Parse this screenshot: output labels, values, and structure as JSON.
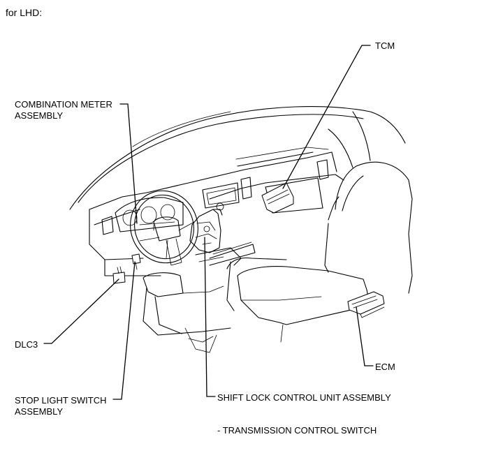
{
  "header": {
    "text": "for LHD:"
  },
  "labels": {
    "tcm": "TCM",
    "combination_meter_1": "COMBINATION METER",
    "combination_meter_2": "ASSEMBLY",
    "dlc3": "DLC3",
    "stop_light_1": "STOP LIGHT SWITCH",
    "stop_light_2": "ASSEMBLY",
    "shift_lock": "SHIFT LOCK CONTROL UNIT ASSEMBLY",
    "transmission_switch": "- TRANSMISSION CONTROL SWITCH",
    "ecm": "ECM"
  }
}
